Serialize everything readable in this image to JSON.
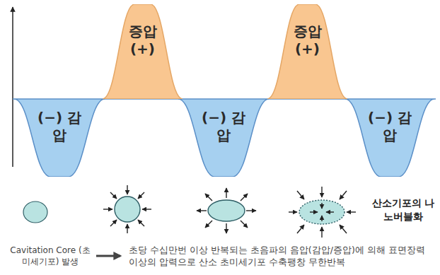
{
  "diagram": {
    "nodes": [
      {
        "text": [
          "(−) 감압"
        ]
      },
      {
        "text": [
          "증압 (+)"
        ]
      },
      {
        "text": [
          "(−) 감압"
        ]
      },
      {
        "text": [
          "증압 (+)"
        ]
      },
      {
        "text": [
          "(−) 감압"
        ]
      }
    ],
    "labels": [
      "산소기포의 나노버블화",
      "Cavitation Core (초미세기포) 발생",
      "초당 수십만번 이상 반복되는 초음파의 음압(감압/증압)에 의해 표면장력 이상의 압력으로 산소 초미세기포 수축팽창 무한반복"
    ]
  }
}
